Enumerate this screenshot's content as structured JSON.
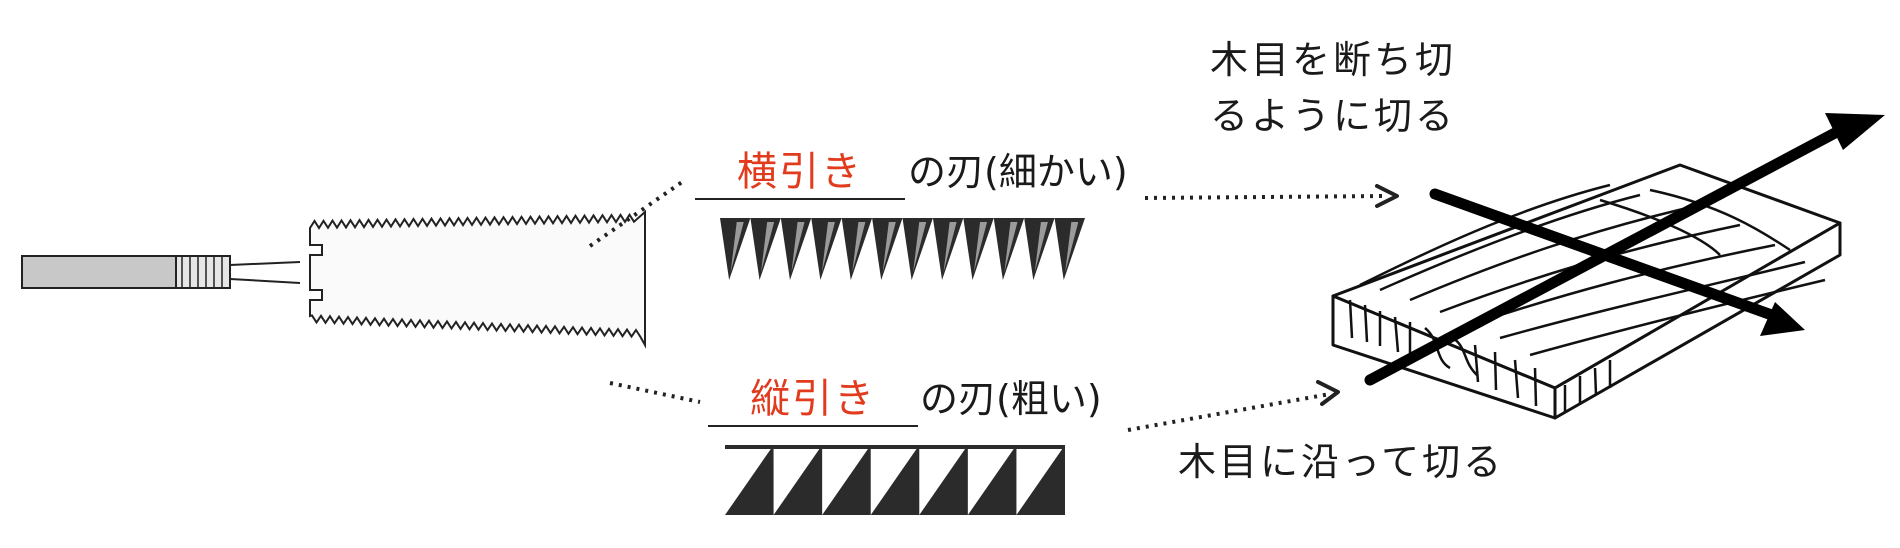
{
  "crosscut": {
    "answer": "横引き",
    "suffix": "の刃(細かい)",
    "note_line1": "木目を断ち切",
    "note_line2": "るように切る"
  },
  "rip": {
    "answer": "縦引き",
    "suffix": "の刃(粗い)",
    "note": "木目に沿って切る"
  },
  "icons": {
    "saw": "double-edged-saw-icon",
    "board": "wood-board-icon"
  },
  "colors": {
    "answer": "#e23a1c",
    "ink": "#1a1a1a",
    "handle": "#c8c8c8"
  }
}
